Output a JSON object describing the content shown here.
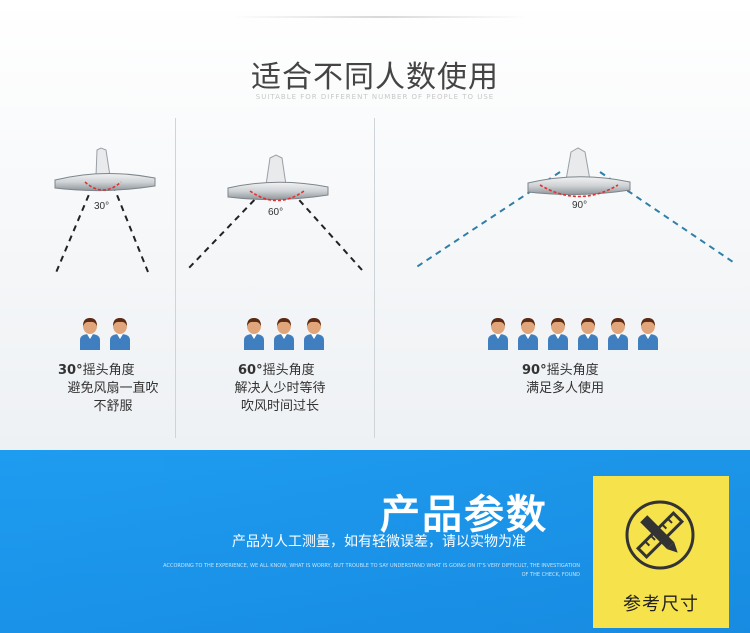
{
  "header": {
    "title": "适合不同人数使用",
    "subtitle": "SUITABLE FOR DIFFERENT NUMBER OF PEOPLE TO USE"
  },
  "panels": [
    {
      "angle_mark": "30°",
      "label_angle": "30°",
      "label_text": "摇头角度",
      "desc_lines": [
        "避免风扇一直吹",
        "不舒服"
      ],
      "people_count": 2
    },
    {
      "angle_mark": "60°",
      "label_angle": "60°",
      "label_text": "摇头角度",
      "desc_lines": [
        "解决人少时等待",
        "吹风时间过长"
      ],
      "people_count": 3
    },
    {
      "angle_mark": "90°",
      "label_angle": "90°",
      "label_text": "摇头角度",
      "desc_lines": [
        "满足多人使用"
      ],
      "people_count": 6
    }
  ],
  "params": {
    "title": "产品参数",
    "note": "产品为人工测量，如有轻微误差，请以实物为准",
    "fine_print": "ACCORDING TO THE EXPERIENCE, WE ALL KNOW, WHAT IS WORRY, BUT TROUBLE TO SAY UNDERSTAND WHAT IS GOING ON IT'S VERY DIFFICULT, THE INVESTIGATION OF THE CHECK, FOUND",
    "box_label": "参考尺寸",
    "box_icon": "ruler-pencil-icon"
  },
  "colors": {
    "band_blue": "#1e9cf0",
    "box_yellow": "#f6e24b",
    "arc_red": "#e03030",
    "person_shirt": "#3f7fbf",
    "person_hair": "#5a2a14",
    "dash_teal": "#2f7fa8",
    "dash_dark": "#222222"
  }
}
